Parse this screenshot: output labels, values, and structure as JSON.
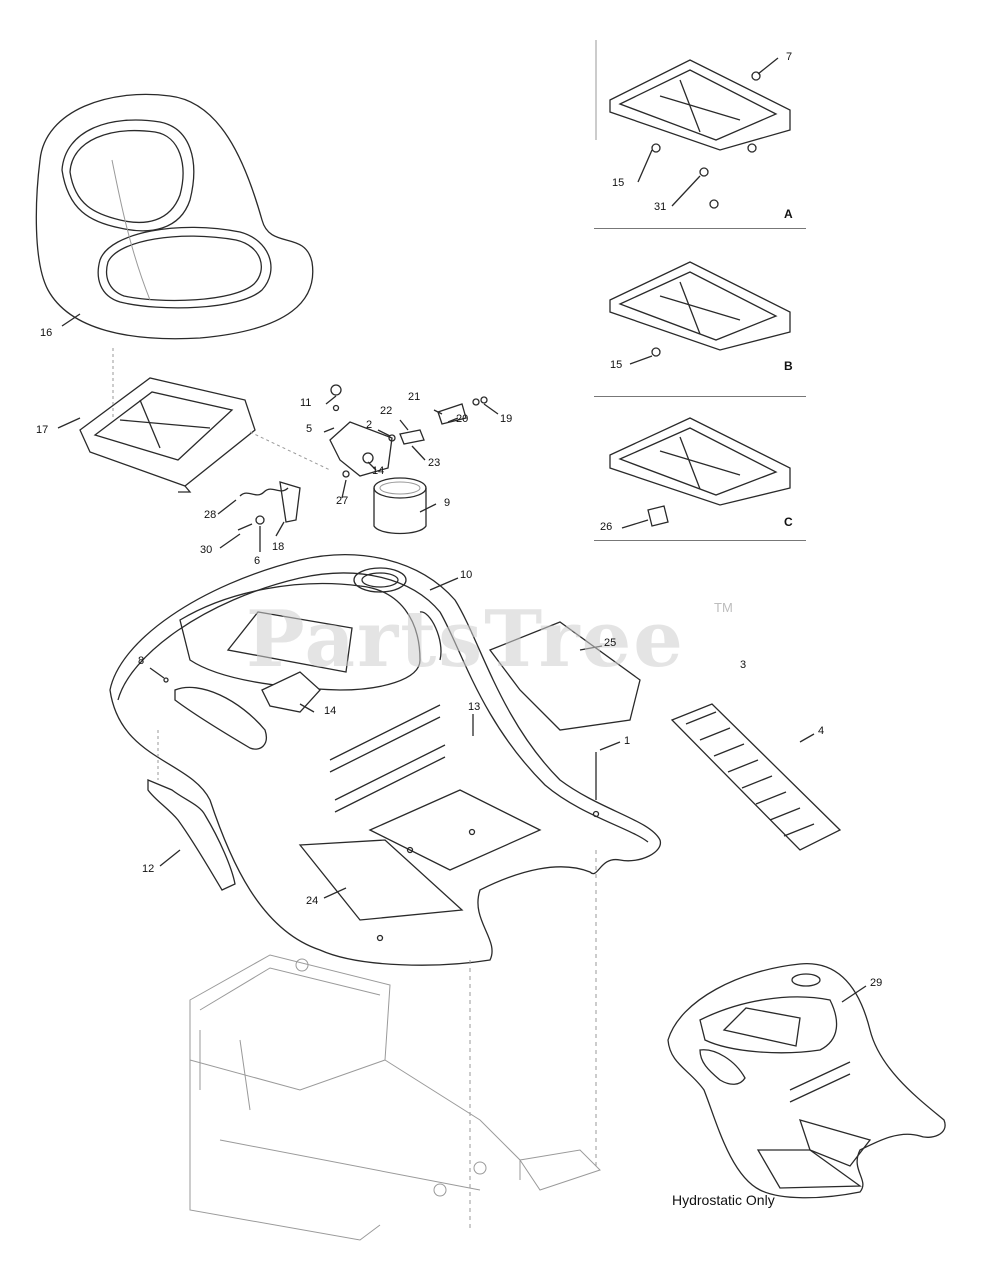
{
  "watermark": {
    "text": "PartsTree",
    "trademark": "TM"
  },
  "caption": "Hydrostatic Only",
  "sections": [
    "A",
    "B",
    "C"
  ],
  "callouts": {
    "c1": "1",
    "c2": "2",
    "c3": "3",
    "c4": "4",
    "c5": "5",
    "c6": "6",
    "c7": "7",
    "c8": "8",
    "c9": "9",
    "c10": "10",
    "c11": "11",
    "c12": "12",
    "c13": "13",
    "c14a": "14",
    "c14b": "14",
    "c15a": "15",
    "c15b": "15",
    "c16": "16",
    "c17": "17",
    "c18": "18",
    "c19": "19",
    "c20": "20",
    "c21": "21",
    "c22": "22",
    "c23": "23",
    "c24": "24",
    "c25": "25",
    "c26": "26",
    "c27": "27",
    "c28": "28",
    "c29": "29",
    "c30": "30",
    "c31": "31"
  }
}
